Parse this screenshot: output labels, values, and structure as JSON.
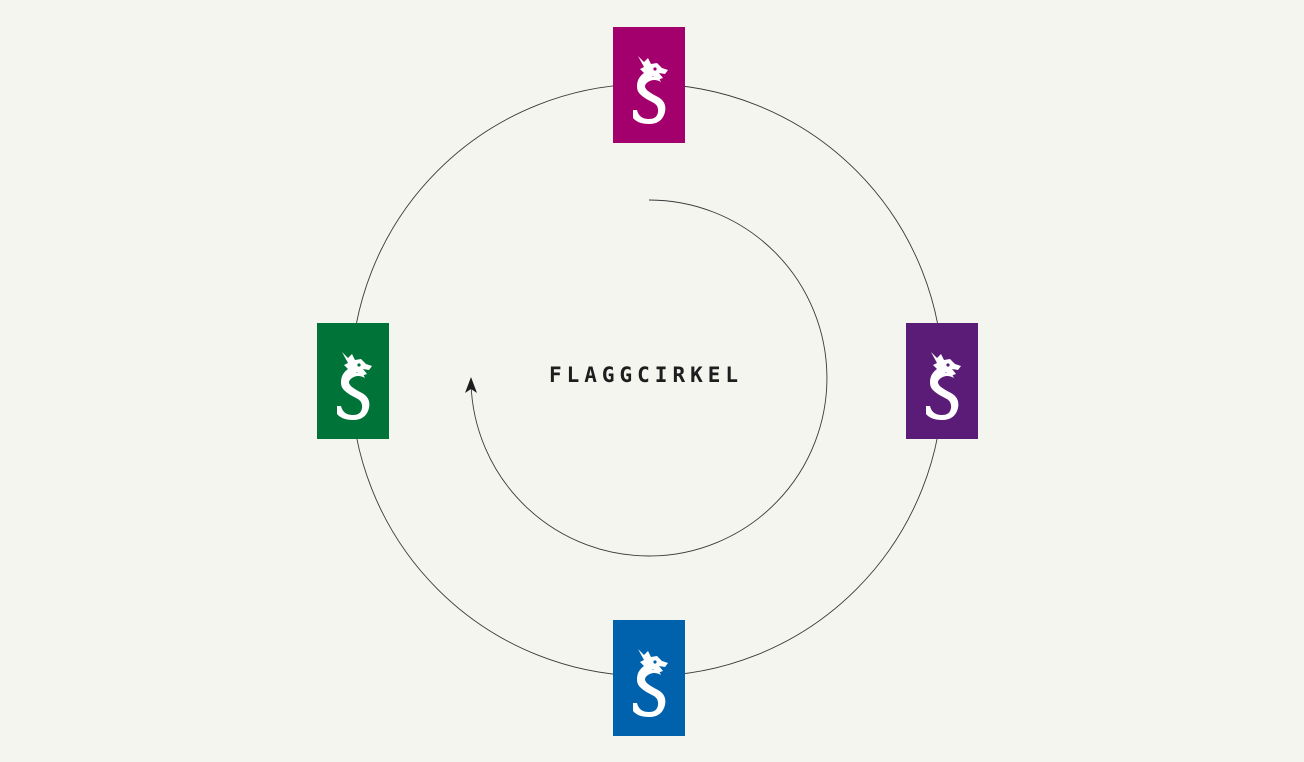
{
  "diagram": {
    "title": "FLAGGCIRKEL",
    "ring_color": "#3a3a3a",
    "arrow_color": "#1e1e1e",
    "background": "#f5f5f0"
  },
  "flags": [
    {
      "id": "top",
      "color": "#a3006e",
      "icon": "dragon-s-icon"
    },
    {
      "id": "right",
      "color": "#5a1c77",
      "icon": "dragon-s-icon"
    },
    {
      "id": "bottom",
      "color": "#0062ad",
      "icon": "dragon-s-icon"
    },
    {
      "id": "left",
      "color": "#007338",
      "icon": "dragon-s-icon"
    }
  ],
  "rotation": "clockwise"
}
